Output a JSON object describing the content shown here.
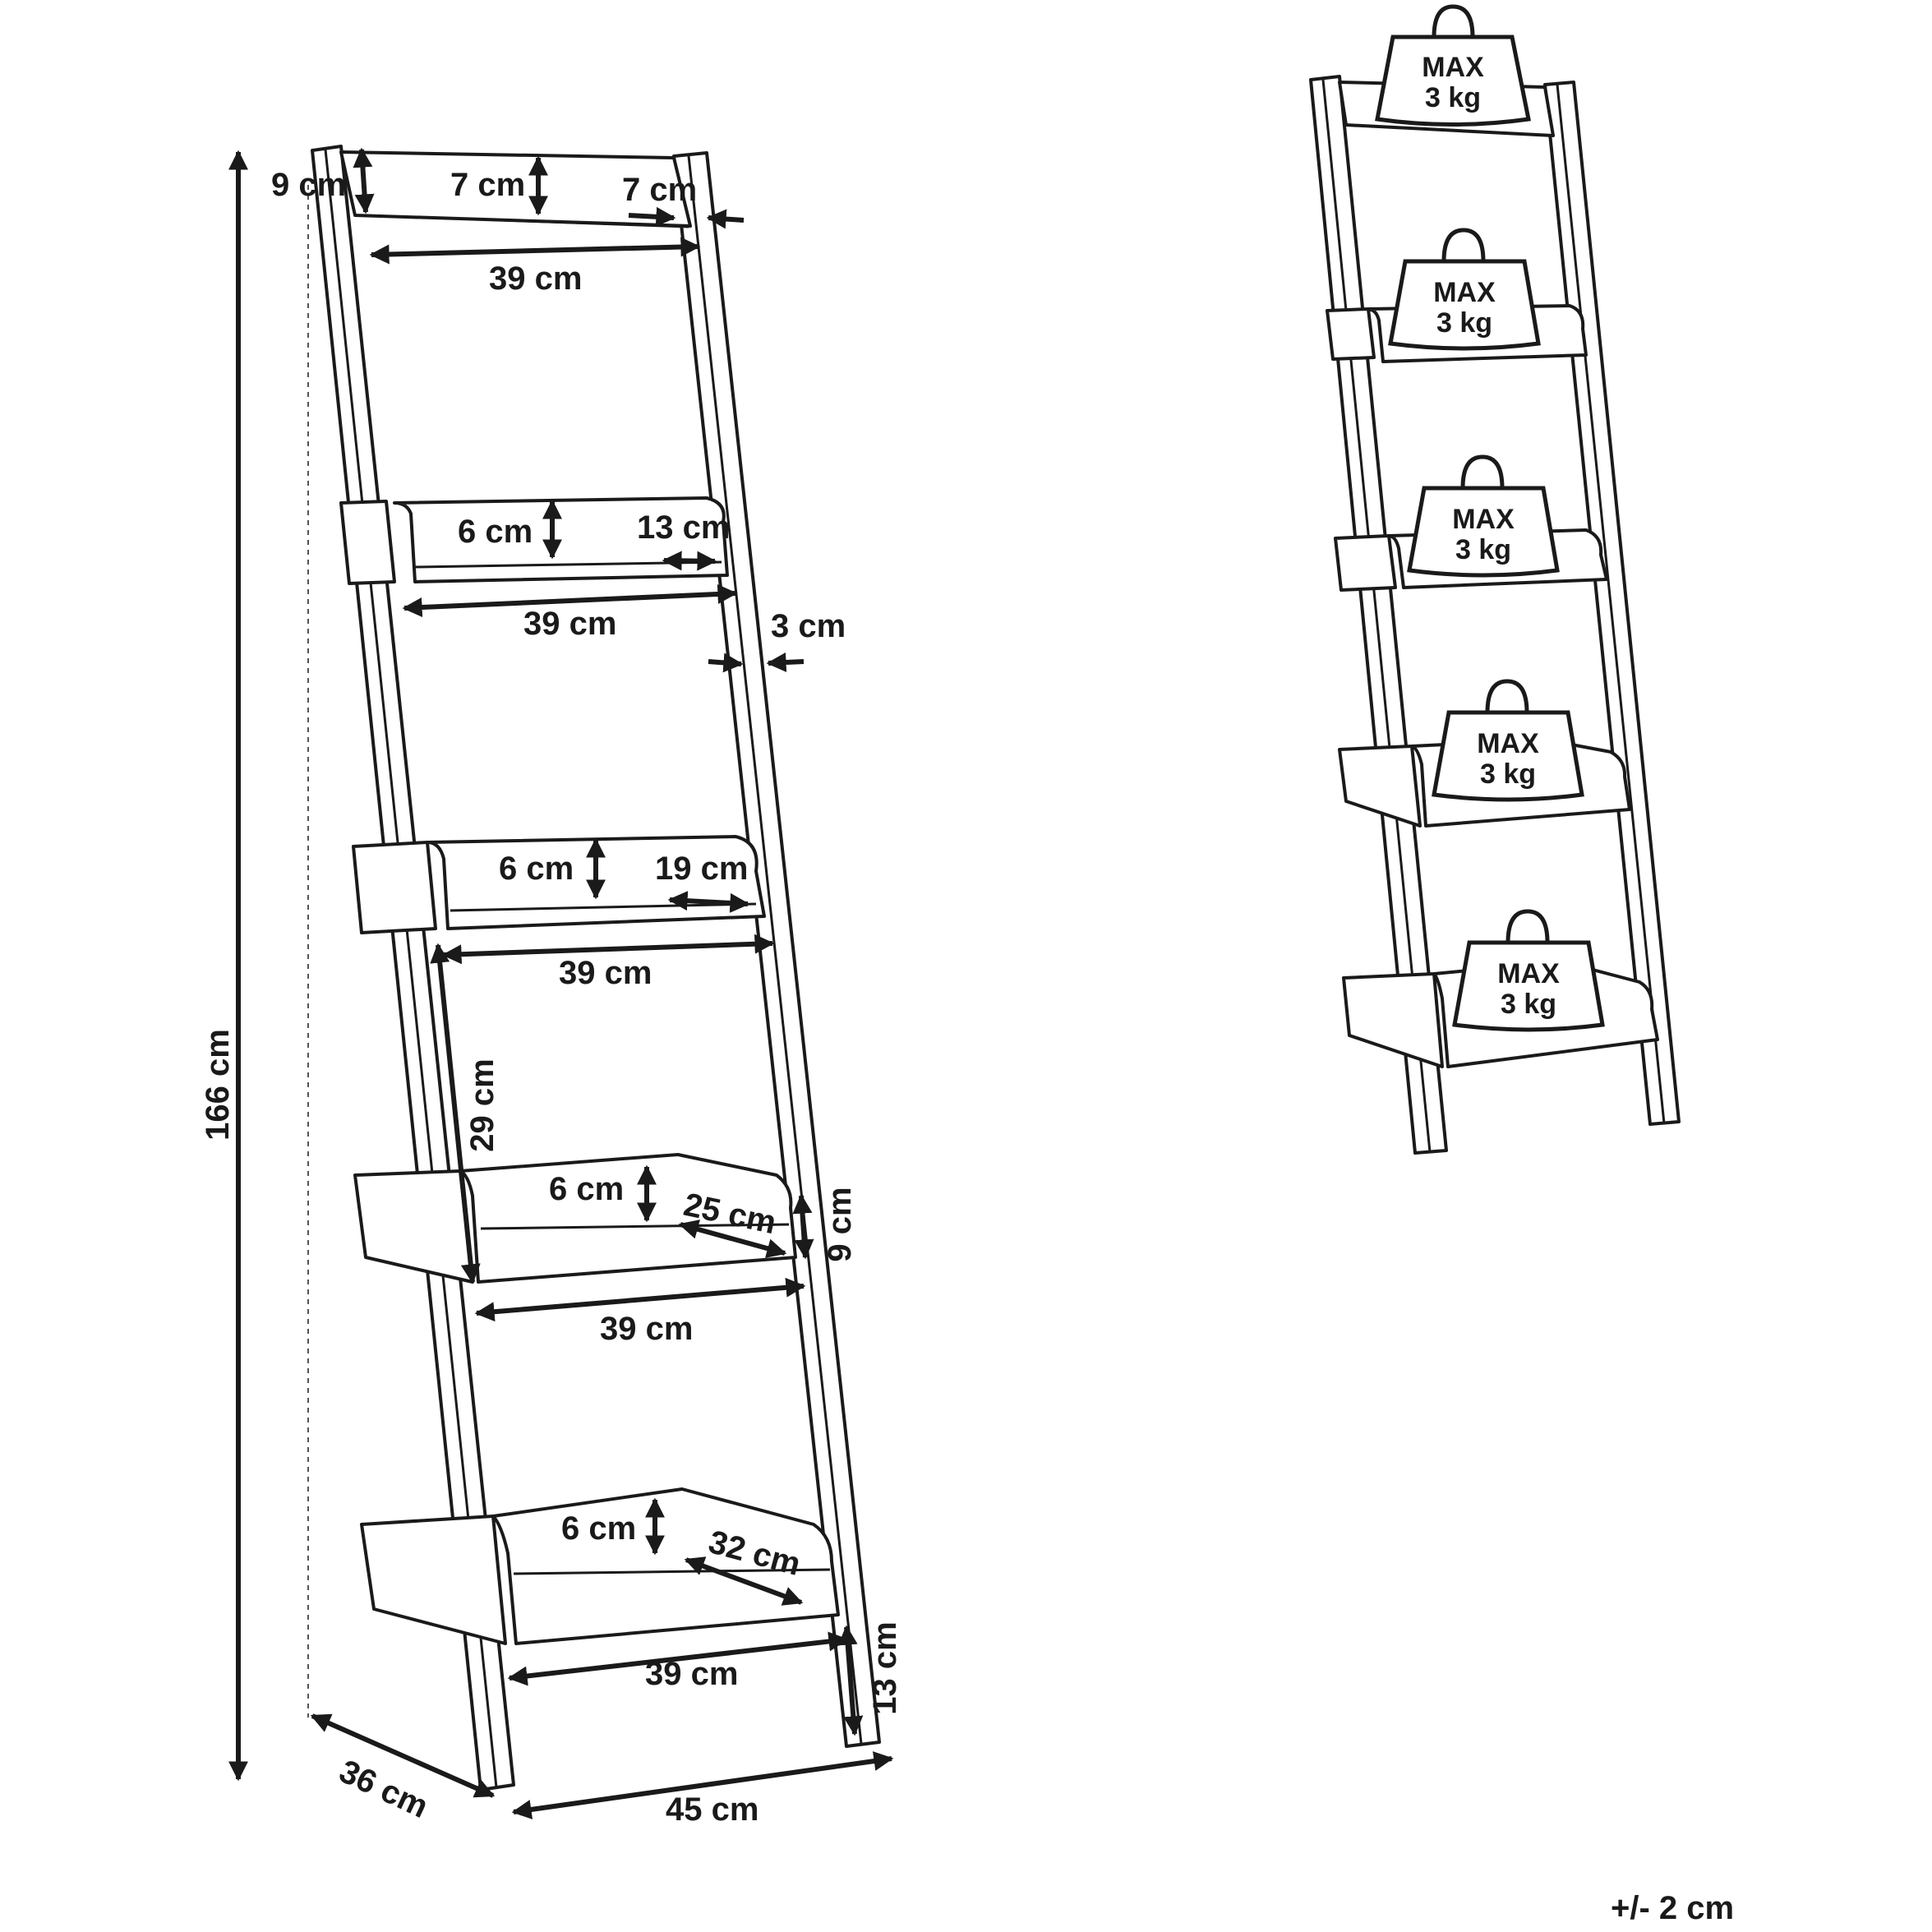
{
  "dimensions": {
    "height_total": "166 cm",
    "top_rail_height": "9 cm",
    "top_back_height": "7 cm",
    "top_side_depth": "7 cm",
    "shelf1_width": "39 cm",
    "shelf2_lip": "6 cm",
    "shelf2_depth": "13 cm",
    "shelf2_width": "39 cm",
    "leg_thickness": "3 cm",
    "shelf3_lip": "6 cm",
    "shelf3_depth": "19 cm",
    "shelf3_width": "39 cm",
    "shelf_spacing": "29 cm",
    "shelf4_lip": "6 cm",
    "shelf4_depth": "25 cm",
    "shelf4_side_height": "9 cm",
    "shelf4_width": "39 cm",
    "shelf5_lip": "6 cm",
    "shelf5_depth": "32 cm",
    "shelf5_width": "39 cm",
    "foot_height": "13 cm",
    "base_depth": "36 cm",
    "base_width": "45 cm"
  },
  "load": {
    "weights": [
      {
        "line1": "MAX",
        "line2": "3 kg"
      },
      {
        "line1": "MAX",
        "line2": "3 kg"
      },
      {
        "line1": "MAX",
        "line2": "3 kg"
      },
      {
        "line1": "MAX",
        "line2": "3 kg"
      },
      {
        "line1": "MAX",
        "line2": "3 kg"
      }
    ]
  },
  "tolerance": "+/- 2 cm"
}
